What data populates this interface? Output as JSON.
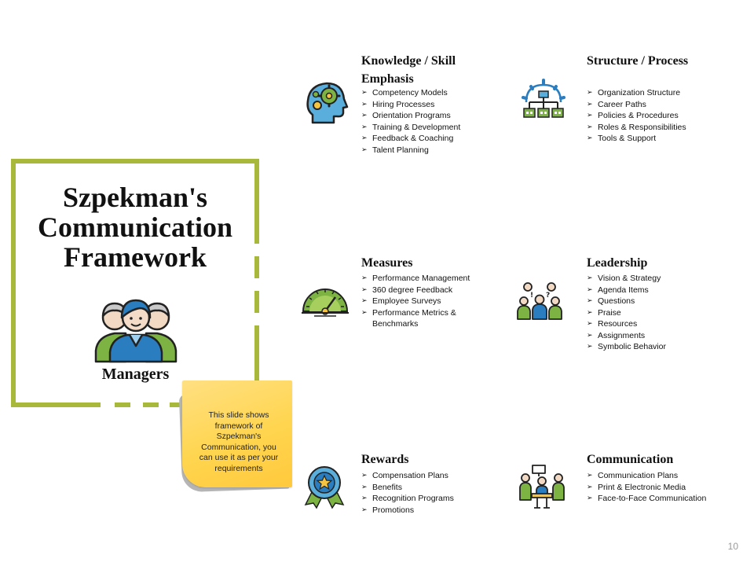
{
  "main": {
    "title": "Szpekman's Communication Framework",
    "managers_label": "Managers",
    "note": "This slide shows framework of Szpekman's Communication, you can use it as per your requirements"
  },
  "sections": [
    {
      "title": "Knowledge / Skill Emphasis",
      "icon": "head-gears-icon",
      "items": [
        "Competency Models",
        "Hiring Processes",
        "Orientation Programs",
        "Training & Development",
        "Feedback & Coaching",
        "Talent Planning"
      ]
    },
    {
      "title": "Structure / Process",
      "icon": "org-structure-icon",
      "items": [
        "Organization Structure",
        "Career Paths",
        "Policies & Procedures",
        "Roles & Responsibilities",
        "Tools & Support"
      ]
    },
    {
      "title": "Measures",
      "icon": "gauge-icon",
      "items": [
        "Performance Management",
        "360 degree Feedback",
        "Employee Surveys",
        "Performance Metrics & Benchmarks"
      ]
    },
    {
      "title": "Leadership",
      "icon": "team-meeting-icon",
      "items": [
        "Vision & Strategy",
        "Agenda Items",
        "Questions",
        "Praise",
        "Resources",
        "Assignments",
        "Symbolic Behavior"
      ]
    },
    {
      "title": "Rewards",
      "icon": "award-badge-icon",
      "items": [
        "Compensation Plans",
        "Benefits",
        "Recognition Programs",
        "Promotions"
      ]
    },
    {
      "title": "Communication",
      "icon": "meeting-table-icon",
      "items": [
        "Communication Plans",
        "Print & Electronic Media",
        "Face-to-Face Communication"
      ]
    }
  ],
  "page_number": "10",
  "colors": {
    "frame": "#a7b83b",
    "note": "#ffd54f",
    "icon_blue": "#2a7dbf",
    "icon_green": "#7cb342"
  }
}
